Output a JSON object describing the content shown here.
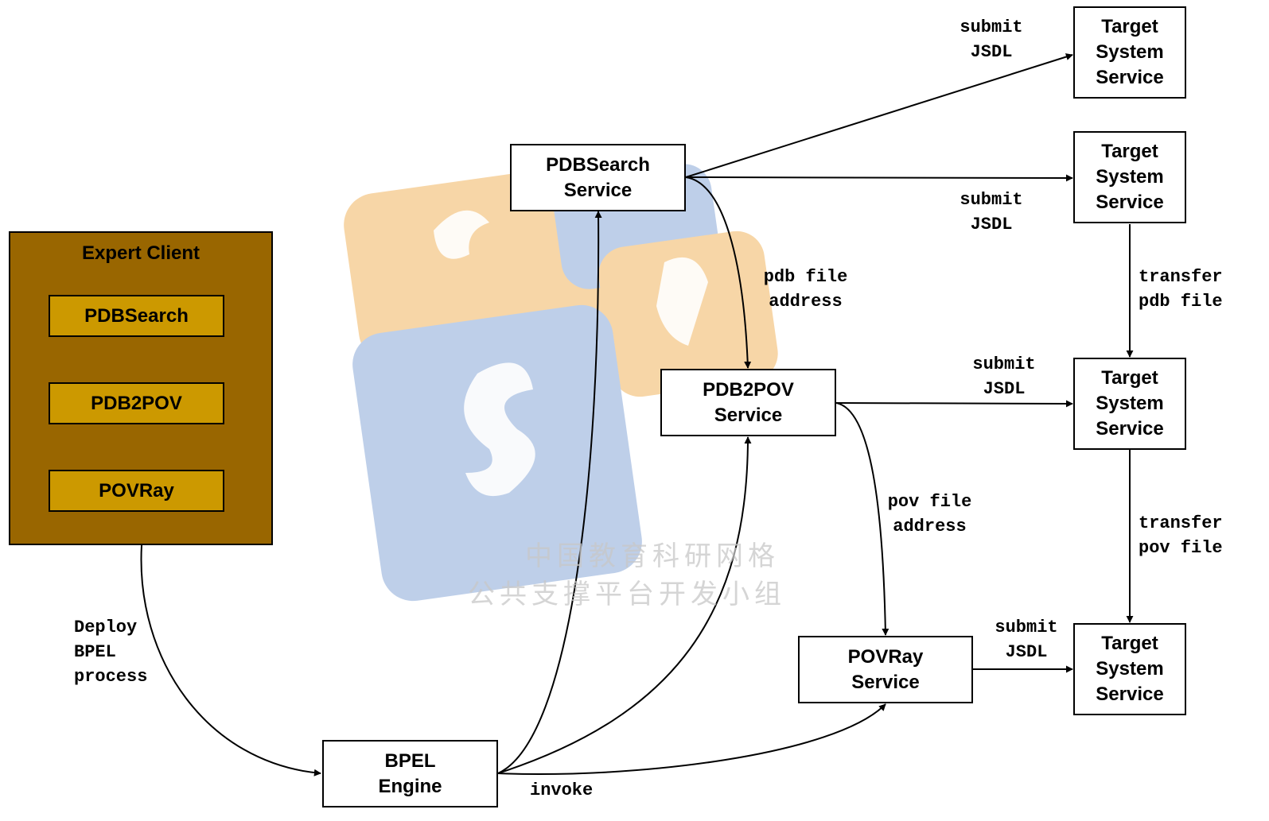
{
  "colors": {
    "client_fill": "#996600",
    "client_step_fill": "#cc9900",
    "watermark_orange": "#f5c98a",
    "watermark_blue": "#a9c0e2",
    "line": "#000000"
  },
  "watermark": {
    "line1": "中国教育科研网格",
    "line2": "公共支撑平台开发小组"
  },
  "expert_client": {
    "title": "Expert Client",
    "steps": [
      "PDBSearch",
      "PDB2POV",
      "POVRay"
    ]
  },
  "services": {
    "pdbsearch": "PDBSearch\nService",
    "pdb2pov": "PDB2POV\nService",
    "povray": "POVRay\nService",
    "bpel_engine": "BPEL\nEngine"
  },
  "targets": {
    "t1": "Target\nSystem\nService",
    "t2": "Target\nSystem\nService",
    "t3": "Target\nSystem\nService",
    "t4": "Target\nSystem\nService"
  },
  "labels": {
    "submit_1": "submit\nJSDL",
    "submit_2": "submit\nJSDL",
    "submit_3": "submit\nJSDL",
    "submit_4": "submit\nJSDL",
    "transfer_pdb": "transfer\npdb file",
    "transfer_pov": "transfer\npov file",
    "pdb_file_address": "pdb file\naddress",
    "pov_file_address": "pov file\naddress",
    "deploy": "Deploy\nBPEL\nprocess",
    "invoke": "invoke"
  }
}
